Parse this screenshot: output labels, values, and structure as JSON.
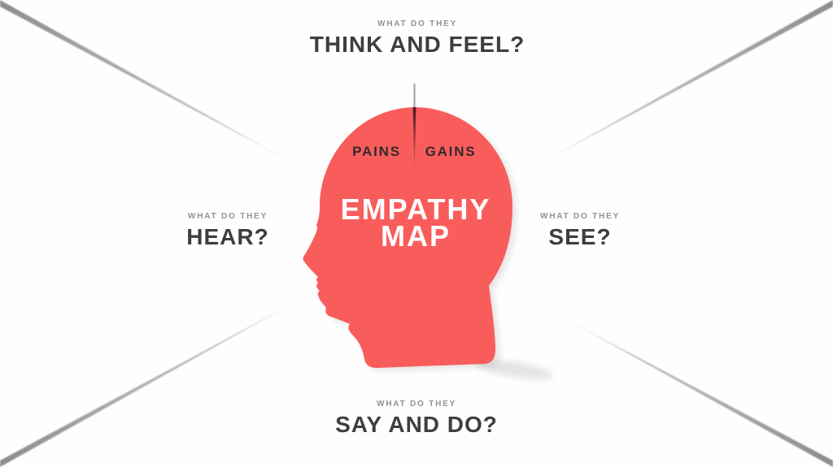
{
  "diagram": {
    "name": "empathy-map",
    "title_line1": "EMPATHY",
    "title_line2": "MAP",
    "head_labels": {
      "left": "PAINS",
      "right": "GAINS"
    },
    "quadrants": [
      {
        "id": "think-and-feel",
        "position": "top",
        "eyebrow": "WHAT DO THEY",
        "label": "THINK AND FEEL?"
      },
      {
        "id": "hear",
        "position": "left",
        "eyebrow": "WHAT DO THEY",
        "label": "HEAR?"
      },
      {
        "id": "see",
        "position": "right",
        "eyebrow": "WHAT DO THEY",
        "label": "SEE?"
      },
      {
        "id": "say-and-do",
        "position": "bottom",
        "eyebrow": "WHAT DO THEY",
        "label": "SAY AND DO?"
      }
    ],
    "colors": {
      "background": "#FEFEFE",
      "head": "#F85D5C",
      "crease_dark": "#3F161C",
      "title_text": "#FFFFFF",
      "head_label_text": "#33292C",
      "quadrant_label": "#3E3E3E",
      "eyebrow_text": "#929292",
      "corner_line": "#8C8C8C",
      "stem_line": "#A8A8A8",
      "shadow": "#50403F"
    }
  }
}
